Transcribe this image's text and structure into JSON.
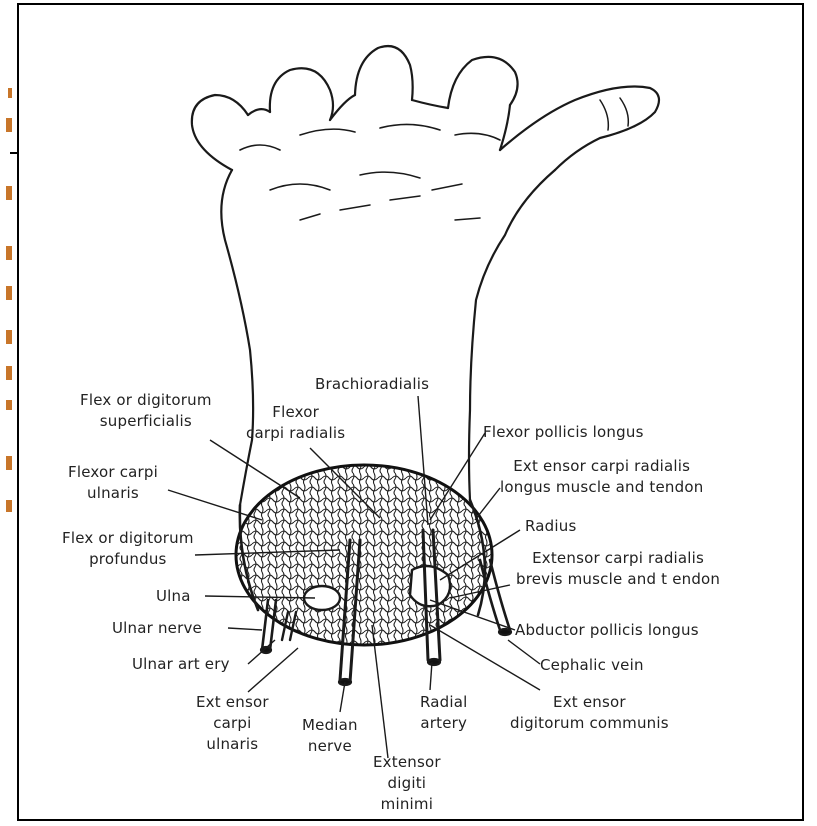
{
  "labels": {
    "brachioradialis": "Brachioradialis",
    "flexor_digitorum_superficialis": "Flex or digitorum\nsuperficialis",
    "flexor_carpi_radialis": "Flexor\ncarpi radialis",
    "flexor_pollicis_longus": "Flexor pollicis longus",
    "flexor_carpi_ulnaris": "Flexor carpi\nulnaris",
    "extensor_carpi_radialis_longus": "Ext ensor carpi radialis\nlongus muscle and tendon",
    "flexor_digitorum_profundus": "Flex or digitorum\nprofundus",
    "radius": "Radius",
    "extensor_carpi_radialis_brevis": "Extensor carpi radialis\nbrevis muscle and t endon",
    "ulna": "Ulna",
    "ulnar_nerve": "Ulnar nerve",
    "abductor_pollicis_longus": "Abductor pollicis longus",
    "ulnar_artery": "Ulnar art ery",
    "cephalic_vein": "Cephalic vein",
    "extensor_carpi_ulnaris": "Ext ensor\ncarpi\nulnaris",
    "median_nerve": "Median\nnerve",
    "radial_artery": "Radial\nartery",
    "extensor_digitorum_communis": "Ext ensor\ndigitorum communis",
    "extensor_digiti_minimi": "Extensor\ndigiti\nminimi"
  },
  "colors": {
    "ink": "#1a1a1a",
    "frame": "#000000",
    "margin_marks": "#c8762a"
  }
}
